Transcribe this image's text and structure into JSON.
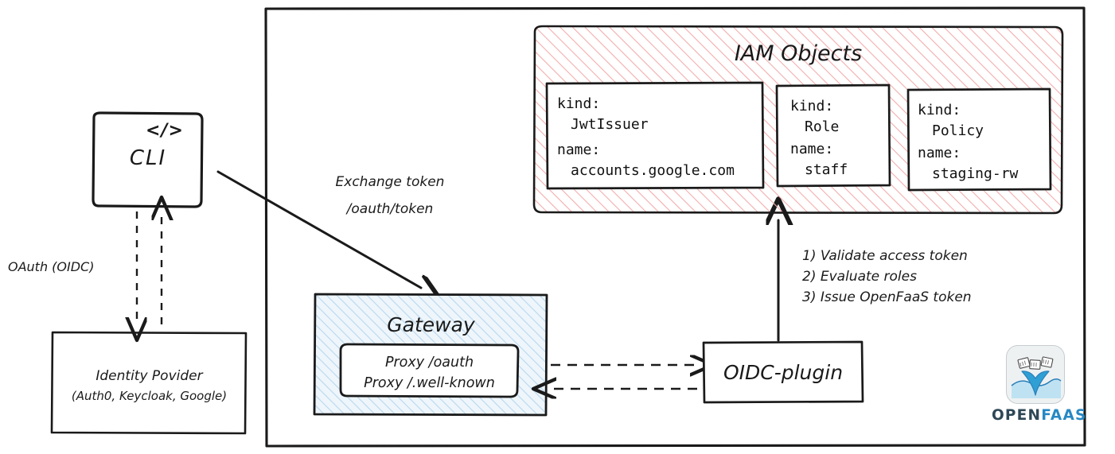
{
  "diagram": {
    "title": "OpenFaaS IAM / OIDC authentication flow",
    "colors": {
      "stroke": "#1a1a1a",
      "iam_hatch": "#f1a7a7",
      "gateway_hatch": "#bcd9ee",
      "gateway_fill": "#ecf5fb",
      "openfaas_blue": "#2688c4",
      "openfaas_dark": "#2e4756",
      "white": "#ffffff"
    }
  },
  "cli": {
    "code_icon": "</>",
    "label": "CLI"
  },
  "idp": {
    "line1": "Identity Povider",
    "line2": "(Auth0, Keycloak, Google)"
  },
  "edges": {
    "oauth_label": "OAuth (OIDC)",
    "exchange_line1": "Exchange token",
    "exchange_line2": "/oauth/token"
  },
  "gateway": {
    "title": "Gateway",
    "proxy_line1": "Proxy /oauth",
    "proxy_line2": "Proxy /.well-known"
  },
  "oidc_plugin": {
    "label": "OIDC-plugin"
  },
  "plugin_steps": {
    "step1": "1) Validate access token",
    "step2": "2) Evaluate roles",
    "step3": "3) Issue OpenFaaS token"
  },
  "iam": {
    "title": "IAM Objects",
    "objects": [
      {
        "kind_key": "kind:",
        "kind_value": "JwtIssuer",
        "name_key": "name:",
        "name_value": "accounts.google.com"
      },
      {
        "kind_key": "kind:",
        "kind_value": "Role",
        "name_key": "name:",
        "name_value": "staff"
      },
      {
        "kind_key": "kind:",
        "kind_value": "Policy",
        "name_key": "name:",
        "name_value": "staging-rw"
      }
    ]
  },
  "openfaas": {
    "word_open": "OPEN",
    "word_faas": "FAAS"
  }
}
